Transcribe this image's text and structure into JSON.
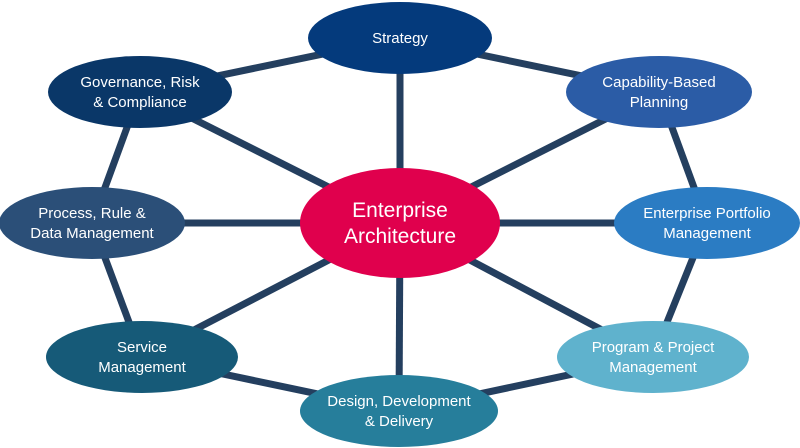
{
  "diagram": {
    "title": "Enterprise Architecture",
    "edge_color": "#243f5f",
    "center": {
      "id": "ea",
      "lines": [
        "Enterprise",
        "Architecture"
      ],
      "color": "#e0004d"
    },
    "nodes": [
      {
        "id": "strategy",
        "lines": [
          "Strategy"
        ],
        "color": "#043a7c"
      },
      {
        "id": "capability",
        "lines": [
          "Capability-Based",
          "Planning"
        ],
        "color": "#2b5ca6"
      },
      {
        "id": "portfolio",
        "lines": [
          "Enterprise Portfolio",
          "Management"
        ],
        "color": "#2b7cc3"
      },
      {
        "id": "program",
        "lines": [
          "Program & Project",
          "Management"
        ],
        "color": "#5fb2cd"
      },
      {
        "id": "design",
        "lines": [
          "Design, Development",
          "& Delivery"
        ],
        "color": "#267e9b"
      },
      {
        "id": "service",
        "lines": [
          "Service",
          "Management"
        ],
        "color": "#165a78"
      },
      {
        "id": "process",
        "lines": [
          "Process, Rule &",
          "Data Management"
        ],
        "color": "#2b4f78"
      },
      {
        "id": "governance",
        "lines": [
          "Governance, Risk",
          "& Compliance"
        ],
        "color": "#0a3768"
      }
    ],
    "ring_connections": [
      [
        "strategy",
        "capability"
      ],
      [
        "capability",
        "portfolio"
      ],
      [
        "portfolio",
        "program"
      ],
      [
        "program",
        "design"
      ],
      [
        "design",
        "service"
      ],
      [
        "service",
        "process"
      ],
      [
        "process",
        "governance"
      ],
      [
        "governance",
        "strategy"
      ]
    ]
  }
}
